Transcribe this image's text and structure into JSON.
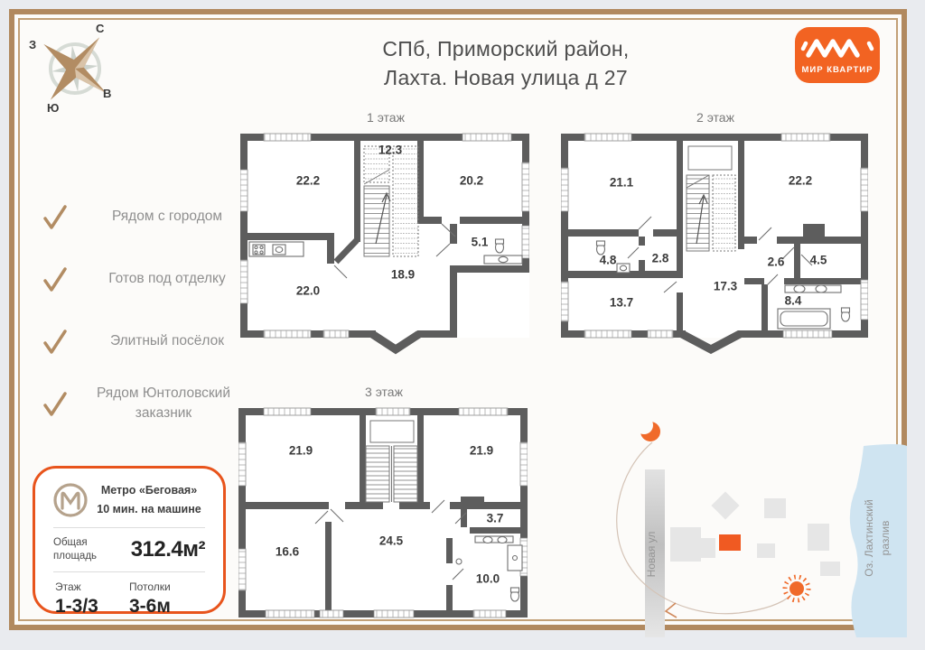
{
  "header": {
    "title_line1": "СПб, Приморский район,",
    "title_line2": "Лахта. Новая улица д 27"
  },
  "logo": {
    "brand": "МИР КВАРТИР"
  },
  "compass": {
    "north": "С",
    "south": "Ю",
    "west": "З",
    "east": "В"
  },
  "features": [
    {
      "label": "Рядом с городом"
    },
    {
      "label": "Готов под отделку"
    },
    {
      "label": "Элитный посёлок"
    },
    {
      "label": "Рядом Юнтоловский заказник"
    }
  ],
  "info_card": {
    "metro_name": "Метро «Беговая»",
    "metro_time": "10 мин. на машине",
    "area_label": "Общая площадь",
    "area_value": "312.4м²",
    "floor_label": "Этаж",
    "floor_value": "1-3/3",
    "ceiling_label": "Потолки",
    "ceiling_value": "3-6м"
  },
  "floors": [
    {
      "title": "1 этаж",
      "stair_area": "12.3",
      "rooms": [
        {
          "area": "22.2"
        },
        {
          "area": "20.2"
        },
        {
          "area": "5.1"
        },
        {
          "area": "18.9"
        },
        {
          "area": "22.0"
        }
      ]
    },
    {
      "title": "2 этаж",
      "rooms": [
        {
          "area": "21.1"
        },
        {
          "area": "22.2"
        },
        {
          "area": "4.8"
        },
        {
          "area": "2.8"
        },
        {
          "area": "2.6"
        },
        {
          "area": "4.5"
        },
        {
          "area": "17.3"
        },
        {
          "area": "13.7"
        },
        {
          "area": "8.4"
        }
      ]
    },
    {
      "title": "3 этаж",
      "rooms": [
        {
          "area": "21.9"
        },
        {
          "area": "21.9"
        },
        {
          "area": "3.7"
        },
        {
          "area": "16.6"
        },
        {
          "area": "24.5"
        },
        {
          "area": "10.0"
        }
      ]
    }
  ],
  "map": {
    "street": "Новая ул",
    "lake_line1": "Оз. Лахтинский",
    "lake_line2": "разлив"
  },
  "colors": {
    "accent": "#EE5A23",
    "frame_tan": "#B1895F",
    "wall_gray": "#5D5D5D",
    "water_blue": "#CFE4F1",
    "check_tan": "#B28C63"
  }
}
